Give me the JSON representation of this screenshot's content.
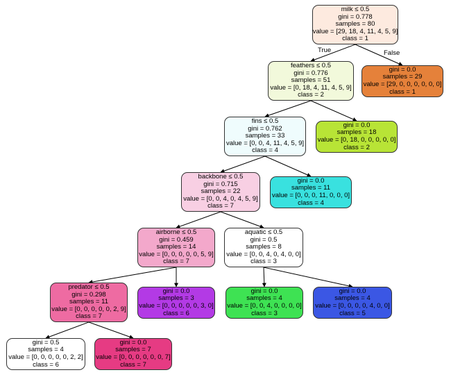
{
  "edge_labels": {
    "true_label": "True",
    "false_label": "False"
  },
  "nodes": [
    {
      "id": "n0",
      "color": "#fdeadf",
      "lines": [
        "milk ≤ 0.5",
        "gini = 0.778",
        "samples = 80",
        "value = [29, 18, 4, 11, 4, 5, 9]",
        "class = 1"
      ]
    },
    {
      "id": "n1",
      "color": "#f2f9db",
      "lines": [
        "feathers ≤ 0.5",
        "gini = 0.776",
        "samples = 51",
        "value = [0, 18, 4, 11, 4, 5, 9]",
        "class = 2"
      ]
    },
    {
      "id": "n2",
      "color": "#e5813a",
      "lines": [
        "gini = 0.0",
        "samples = 29",
        "value = [29, 0, 0, 0, 0, 0, 0]",
        "class = 1"
      ]
    },
    {
      "id": "n3",
      "color": "#effcfd",
      "lines": [
        "fins ≤ 0.5",
        "gini = 0.762",
        "samples = 33",
        "value = [0, 0, 4, 11, 4, 5, 9]",
        "class = 4"
      ]
    },
    {
      "id": "n4",
      "color": "#b8e436",
      "lines": [
        "gini = 0.0",
        "samples = 18",
        "value = [0, 18, 0, 0, 0, 0, 0]",
        "class = 2"
      ]
    },
    {
      "id": "n5",
      "color": "#f8cfe3",
      "lines": [
        "backbone ≤ 0.5",
        "gini = 0.715",
        "samples = 22",
        "value = [0, 0, 4, 0, 4, 5, 9]",
        "class = 7"
      ]
    },
    {
      "id": "n6",
      "color": "#39e1df",
      "lines": [
        "gini = 0.0",
        "samples = 11",
        "value = [0, 0, 0, 11, 0, 0, 0]",
        "class = 4"
      ]
    },
    {
      "id": "n7",
      "color": "#f3a8cb",
      "lines": [
        "airborne ≤ 0.5",
        "gini = 0.459",
        "samples = 14",
        "value = [0, 0, 0, 0, 0, 5, 9]",
        "class = 7"
      ]
    },
    {
      "id": "n8",
      "color": "#ffffff",
      "lines": [
        "aquatic ≤ 0.5",
        "gini = 0.5",
        "samples = 8",
        "value = [0, 0, 4, 0, 4, 0, 0]",
        "class = 3"
      ]
    },
    {
      "id": "n9",
      "color": "#ee6ba2",
      "lines": [
        "predator ≤ 0.5",
        "gini = 0.298",
        "samples = 11",
        "value = [0, 0, 0, 0, 0, 2, 9]",
        "class = 7"
      ]
    },
    {
      "id": "n10",
      "color": "#b33ae5",
      "lines": [
        "gini = 0.0",
        "samples = 3",
        "value = [0, 0, 0, 0, 0, 3, 0]",
        "class = 6"
      ]
    },
    {
      "id": "n11",
      "color": "#3ee253",
      "lines": [
        "gini = 0.0",
        "samples = 4",
        "value = [0, 0, 4, 0, 0, 0, 0]",
        "class = 3"
      ]
    },
    {
      "id": "n12",
      "color": "#3b57e4",
      "lines": [
        "gini = 0.0",
        "samples = 4",
        "value = [0, 0, 0, 0, 4, 0, 0]",
        "class = 5"
      ]
    },
    {
      "id": "n13",
      "color": "#ffffff",
      "lines": [
        "gini = 0.5",
        "samples = 4",
        "value = [0, 0, 0, 0, 0, 2, 2]",
        "class = 6"
      ]
    },
    {
      "id": "n14",
      "color": "#e63b83",
      "lines": [
        "gini = 0.0",
        "samples = 7",
        "value = [0, 0, 0, 0, 0, 0, 7]",
        "class = 7"
      ]
    }
  ],
  "edges": [
    {
      "from": "n0",
      "to": "n1"
    },
    {
      "from": "n0",
      "to": "n2"
    },
    {
      "from": "n1",
      "to": "n3"
    },
    {
      "from": "n1",
      "to": "n4"
    },
    {
      "from": "n3",
      "to": "n5"
    },
    {
      "from": "n3",
      "to": "n6"
    },
    {
      "from": "n5",
      "to": "n7"
    },
    {
      "from": "n5",
      "to": "n8"
    },
    {
      "from": "n7",
      "to": "n9"
    },
    {
      "from": "n7",
      "to": "n10"
    },
    {
      "from": "n8",
      "to": "n11"
    },
    {
      "from": "n8",
      "to": "n12"
    },
    {
      "from": "n9",
      "to": "n13"
    },
    {
      "from": "n9",
      "to": "n14"
    }
  ]
}
